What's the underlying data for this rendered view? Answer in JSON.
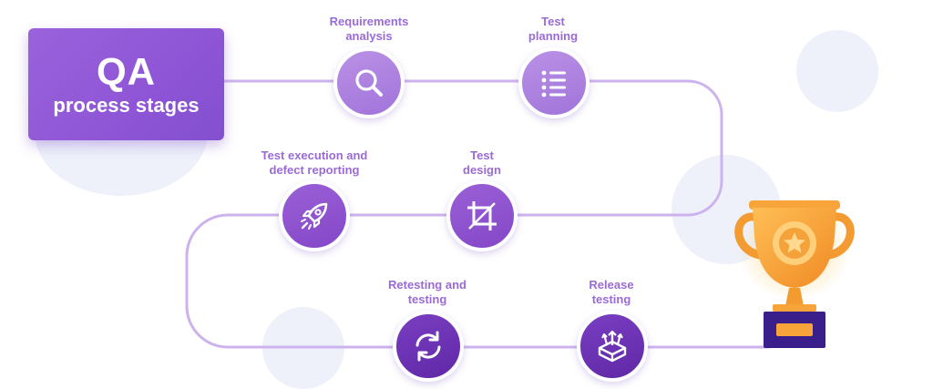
{
  "title": {
    "line1": "QA",
    "line2": "process stages"
  },
  "stages": [
    {
      "label": "Requirements\nanalysis",
      "icon": "magnifier-icon"
    },
    {
      "label": "Test\nplanning",
      "icon": "list-icon"
    },
    {
      "label": "Test\ndesign",
      "icon": "crop-icon"
    },
    {
      "label": "Test execution and\ndefect reporting",
      "icon": "rocket-icon"
    },
    {
      "label": "Retesting and\ntesting",
      "icon": "refresh-icon"
    },
    {
      "label": "Release\ntesting",
      "icon": "release-box-icon"
    }
  ],
  "trophy": {
    "icon": "trophy-icon"
  },
  "colors": {
    "path": "#cdb3ee",
    "label": "#9a6bd6",
    "card": "#9058d6",
    "trophy": "#f7a43a",
    "trophy_base": "#3a1f8a"
  }
}
